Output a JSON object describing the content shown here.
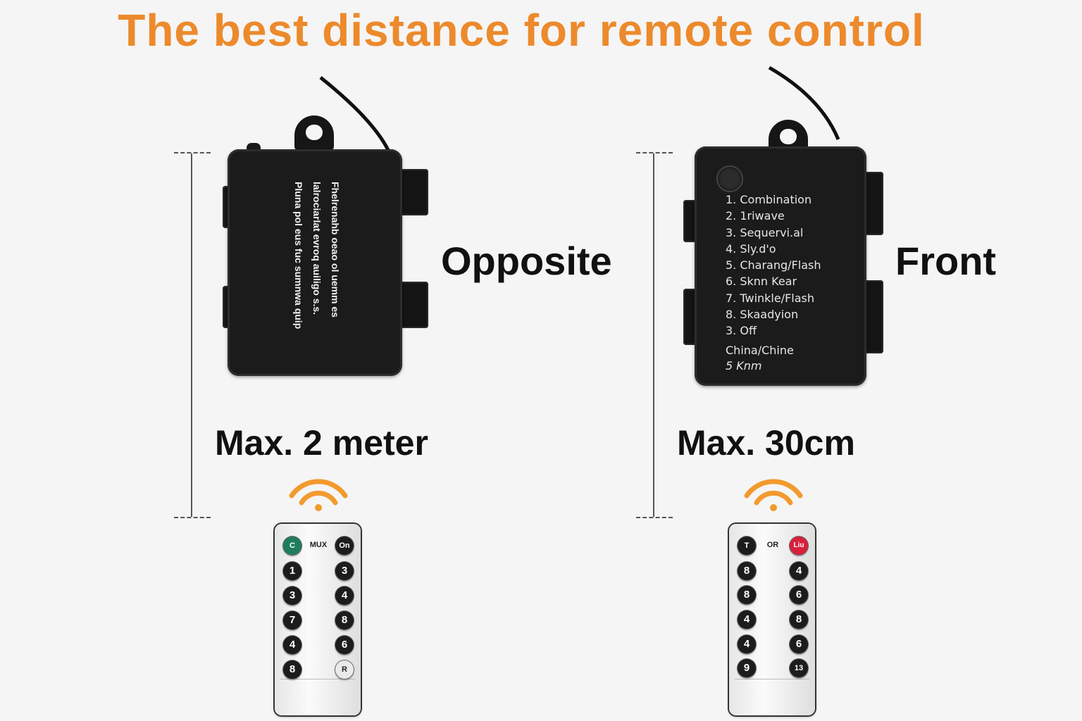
{
  "headline": "The best distance for remote control",
  "opposite": {
    "label": "Opposite",
    "distance": "Max. 2 meter",
    "box_text": [
      "Fhelrenahb oeao ol uemm es",
      "lalrociarlat evroq auiligo s.s.",
      "Pluna pol eus fuc sumnwa quip"
    ],
    "remote": {
      "top_left": "C",
      "top_mid": "MUX",
      "top_right": "On",
      "keys": [
        "1",
        "3",
        "3",
        "4",
        "7",
        "8",
        "4",
        "6",
        "8",
        "R"
      ]
    }
  },
  "front": {
    "label": "Front",
    "distance": "Max. 30cm",
    "modes": [
      "1. Combination",
      "2. 1riwave",
      "3. Sequervi.al",
      "4. Sly.d'o",
      "5. Charang/Flash",
      "6. Sknn Kear",
      "7. Twinkle/Flash",
      "8. Skaadyion",
      "3. Off"
    ],
    "footer": [
      "China/Chine",
      "5 Knm"
    ],
    "remote": {
      "top_left": "T",
      "top_mid": "OR",
      "top_right": "Liu",
      "keys": [
        "8",
        "4",
        "8",
        "6",
        "4",
        "8",
        "4",
        "6",
        "9",
        "13"
      ]
    }
  },
  "colors": {
    "headline": "#ec8a2c",
    "signal": "#f29a2e",
    "box": "#1b1b1b",
    "green_key": "#1f7d5c",
    "red_key": "#d81f3c"
  }
}
